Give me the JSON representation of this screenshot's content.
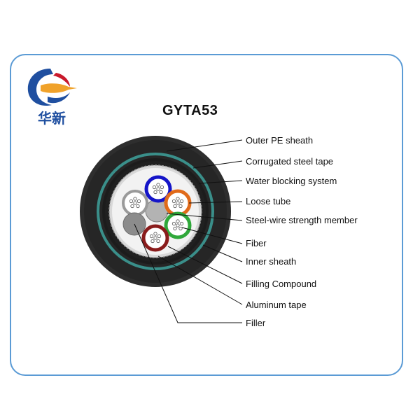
{
  "brand": {
    "logo_text": "华新",
    "colors": {
      "blue": "#1f4fa0",
      "orange": "#f0a22a",
      "red": "#c9192b"
    }
  },
  "title": "GYTA53",
  "frame_color": "#5b9bd5",
  "callouts": [
    {
      "label": "Outer PE sheath"
    },
    {
      "label": "Corrugated steel tape"
    },
    {
      "label": "Water blocking system"
    },
    {
      "label": "Loose tube"
    },
    {
      "label": "Steel-wire strength member"
    },
    {
      "label": "Fiber"
    },
    {
      "label": "Inner sheath"
    },
    {
      "label": "Filling Compound"
    },
    {
      "label": "Aluminum tape"
    },
    {
      "label": "Filler"
    }
  ],
  "loose_tube_colors": [
    "#1515c8",
    "#e06a1a",
    "#2fa83a",
    "#8a1c1c",
    "#9a9a9a"
  ],
  "layer_colors": {
    "outer_sheath": "#2e2e2e",
    "steel_tape": "#3a8f8a",
    "inner_sheath": "#202020",
    "aluminum_tape": "#c8c8c8",
    "filling_compound": "#f2f2f2",
    "filler": "#8c8c8c",
    "central_member": "#b3b3b3"
  }
}
